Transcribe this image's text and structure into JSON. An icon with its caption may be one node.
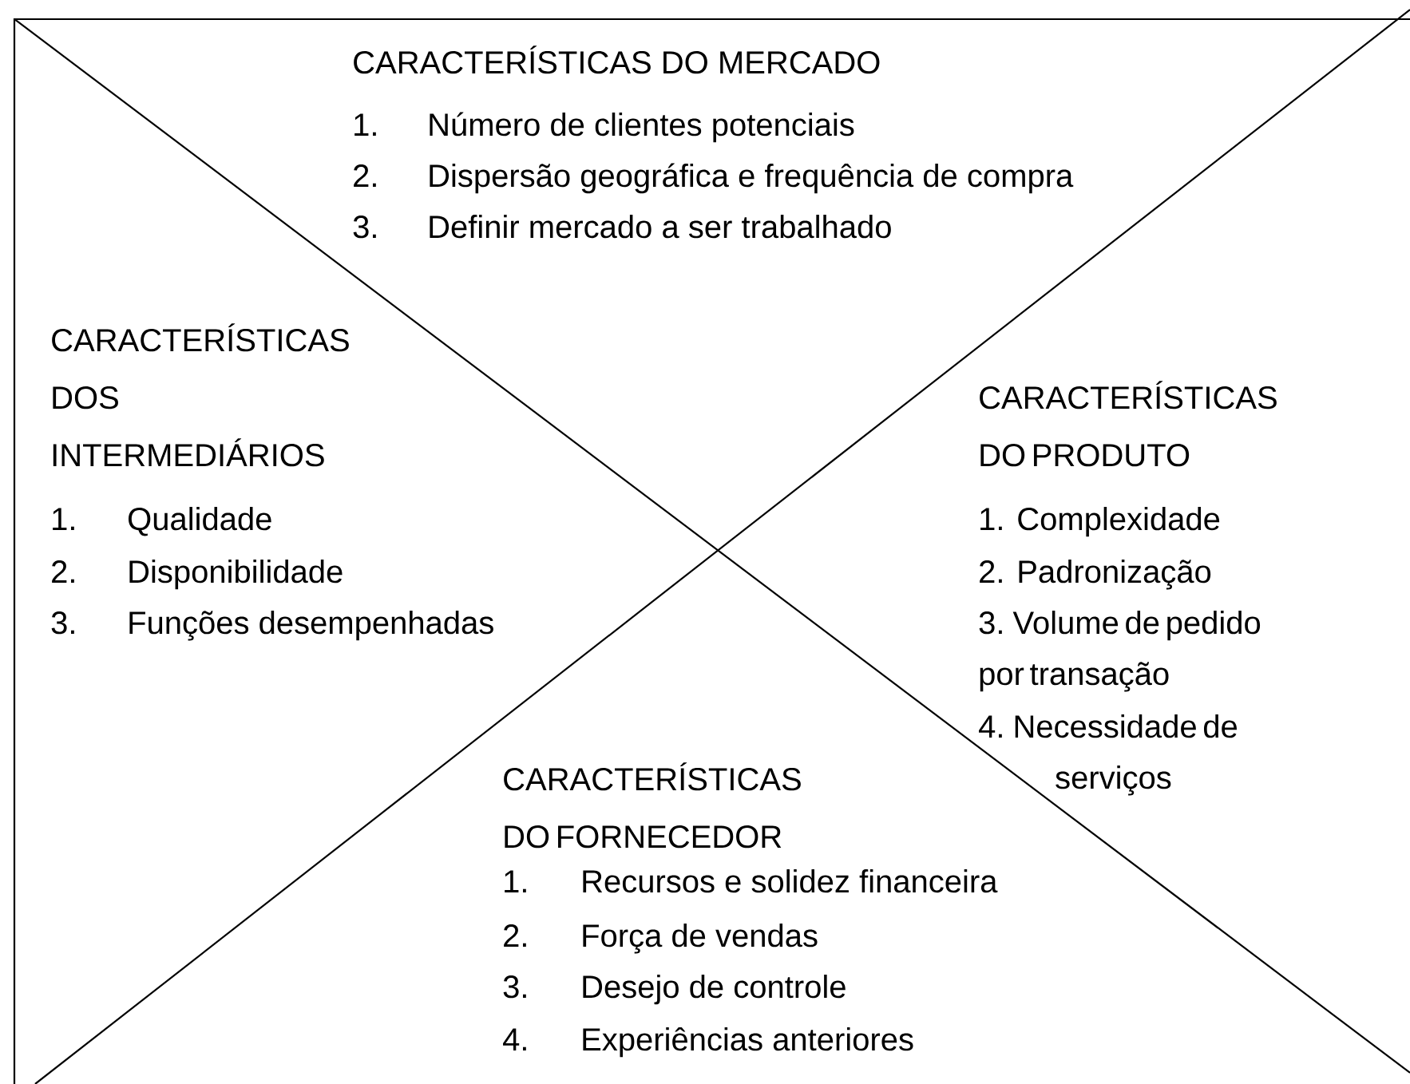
{
  "diagram": {
    "labels": [
      "CARACTERÍSTICAS DO MERCADO",
      "1.",
      "Número de clientes potenciais",
      "2.",
      "Dispersão geográfica e frequência de compra",
      "3.",
      "Definir mercado a ser trabalhado",
      "CARACTERÍSTICAS DOS INTERMEDIÁRIOS",
      "1.",
      "Qualidade",
      "2.",
      "Disponibilidade",
      "3.",
      "Funções desempenhadas",
      "CARACTERÍSTICAS DO PRODUTO",
      "1. Complexidade",
      "2. Padronização",
      "3. Volume de pedido por transação",
      "4. Necessidade de serviços",
      "CARACTERÍSTICAS DO FORNECEDOR",
      "1.",
      "Recursos e solidez financeira",
      "2.",
      "Força de vendas",
      "3.",
      "Desejo de controle",
      "4.",
      "Experiências anteriores"
    ]
  }
}
